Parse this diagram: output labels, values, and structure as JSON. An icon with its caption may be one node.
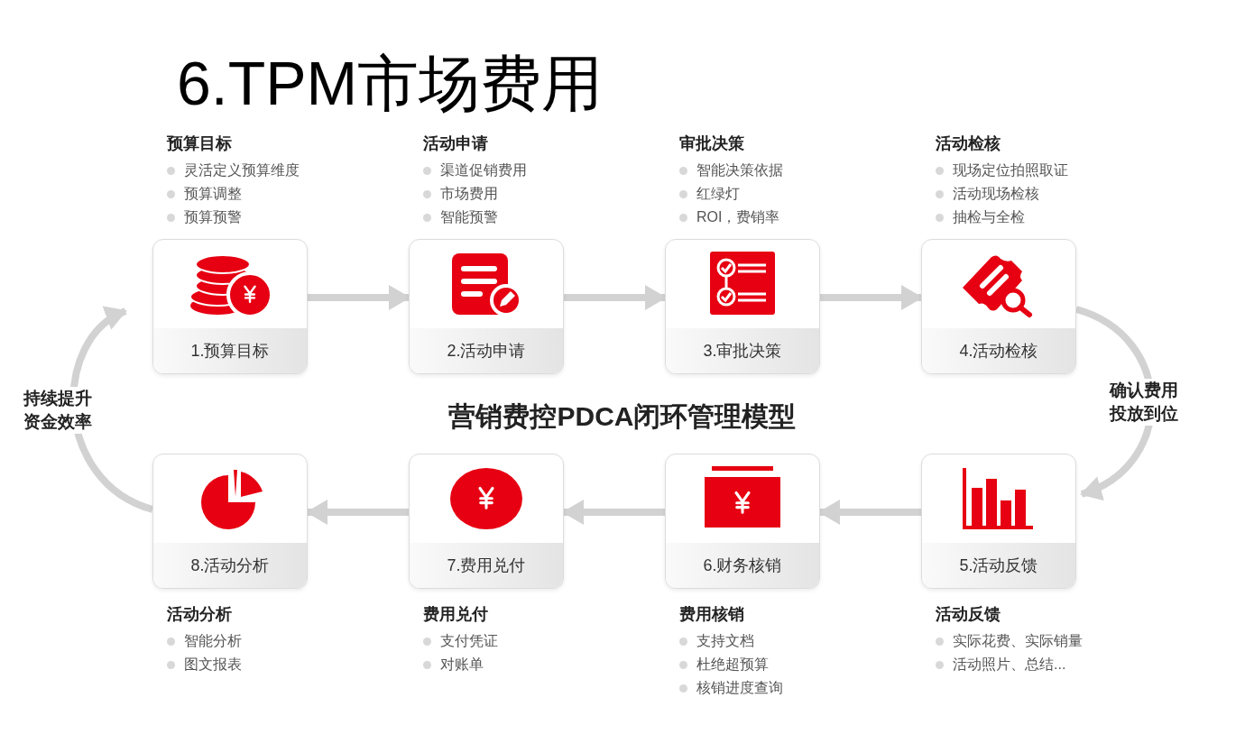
{
  "diagram": {
    "title": "6.TPM市场费用",
    "nodes": [
      {
        "text": [
          "1.预算目标"
        ],
        "beside": [
          "预算目标",
          "灵活定义预算维度",
          "预算调整",
          "预算预警"
        ]
      },
      {
        "text": [
          "2.活动申请"
        ],
        "beside": [
          "活动申请",
          "渠道促销费用",
          "市场费用",
          "智能预警"
        ]
      },
      {
        "text": [
          "3.审批决策"
        ],
        "beside": [
          "审批决策",
          "智能决策依据",
          "红绿灯",
          "ROI，费销率"
        ]
      },
      {
        "text": [
          "4.活动检核"
        ],
        "beside": [
          "活动检核",
          "现场定位拍照取证",
          "活动现场检核",
          "抽检与全检"
        ]
      },
      {
        "text": [
          "5.活动反馈"
        ],
        "beside": [
          "活动反馈",
          "实际花费、实际销量",
          "活动照片、总结..."
        ]
      },
      {
        "text": [
          "6.财务核销"
        ],
        "beside": [
          "费用核销",
          "支持文档",
          "杜绝超预算",
          "核销进度查询"
        ]
      },
      {
        "text": [
          "7.费用兑付"
        ],
        "beside": [
          "费用兑付",
          "支付凭证",
          "对账单"
        ]
      },
      {
        "text": [
          "8.活动分析"
        ],
        "beside": [
          "活动分析",
          "智能分析",
          "图文报表"
        ]
      }
    ],
    "edges": [
      {
        "from": 0,
        "to": 1,
        "arrow": "to"
      },
      {
        "from": 1,
        "to": 2,
        "arrow": "to"
      },
      {
        "from": 2,
        "to": 3,
        "arrow": "to"
      },
      {
        "from": 3,
        "to": 4,
        "arrow": "to",
        "label": "确认费用投放到位"
      },
      {
        "from": 4,
        "to": 5,
        "arrow": "to"
      },
      {
        "from": 5,
        "to": 6,
        "arrow": "to"
      },
      {
        "from": 6,
        "to": 7,
        "arrow": "to"
      },
      {
        "from": 7,
        "to": 0,
        "arrow": "to",
        "label": "持续提升资金效率"
      }
    ],
    "labels": [
      "营销费控PDCA闭环管理模型"
    ]
  }
}
